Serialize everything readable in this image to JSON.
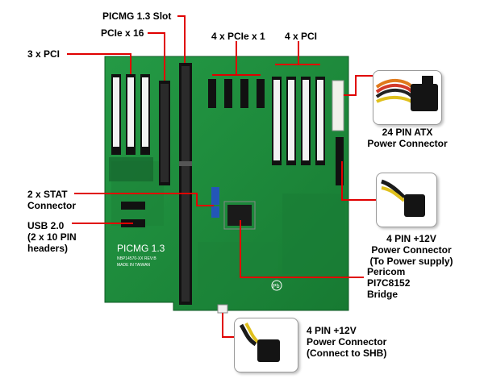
{
  "labels": {
    "picmg_slot": "PICMG 1.3 Slot",
    "pcie_x16": "PCIe x 16",
    "pci_3x": "3 x PCI",
    "pcie_x1_4x": "4 x PCIe x 1",
    "pci_4x": "4 x PCI",
    "atx_24pin": [
      "24 PIN ATX",
      "Power Connector"
    ],
    "stat_connector": [
      "2 x STAT",
      "Connector"
    ],
    "usb": [
      "USB 2.0",
      "(2 x 10 PIN",
      "headers)"
    ],
    "power_12v_supply": [
      "4 PIN +12V",
      "Power Connector",
      "(To Power supply)"
    ],
    "pericom_bridge": [
      "Pericom",
      "PI7C8152",
      "Bridge"
    ],
    "power_12v_shb": [
      "4 PIN +12V",
      "Power Connector",
      "(Connect to SHB)"
    ]
  },
  "board_silkscreen": {
    "title": "PICMG 1.3",
    "line1": "NBP14570-XX REV:B",
    "line2": "MADE IN TAIWAN",
    "pb_mark": "Pb"
  },
  "colors": {
    "callout_line": "#e00000",
    "pcb": "#1e8a3a",
    "slot_white": "#f2f2f2",
    "slot_black": "#111111"
  }
}
